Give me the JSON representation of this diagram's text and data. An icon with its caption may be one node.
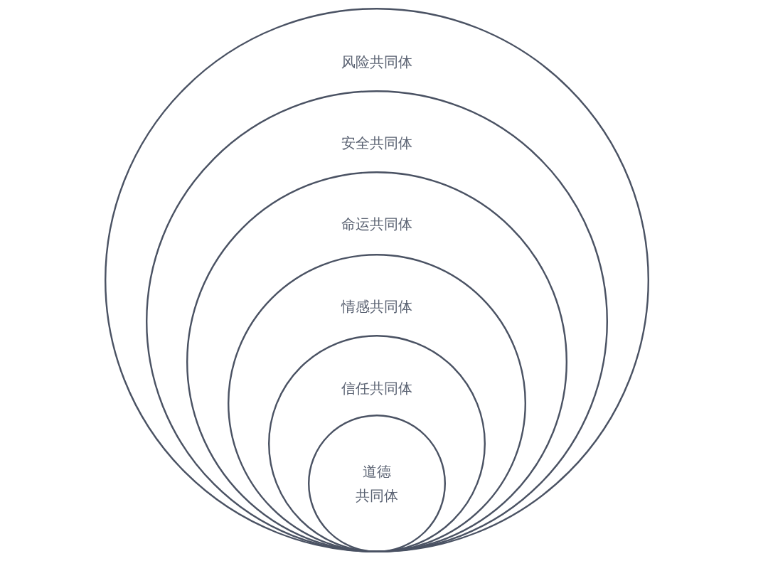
{
  "diagram": {
    "nodes": [
      {
        "text": [
          "风险共同体"
        ]
      },
      {
        "text": [
          "安全共同体"
        ],
        "in": 0
      },
      {
        "text": [
          "命运共同体"
        ],
        "in": 1
      },
      {
        "text": [
          "情感共同体"
        ],
        "in": 2
      },
      {
        "text": [
          "信任共同体"
        ],
        "in": 3
      },
      {
        "text": [
          "道德共同体"
        ],
        "in": 4
      }
    ]
  }
}
